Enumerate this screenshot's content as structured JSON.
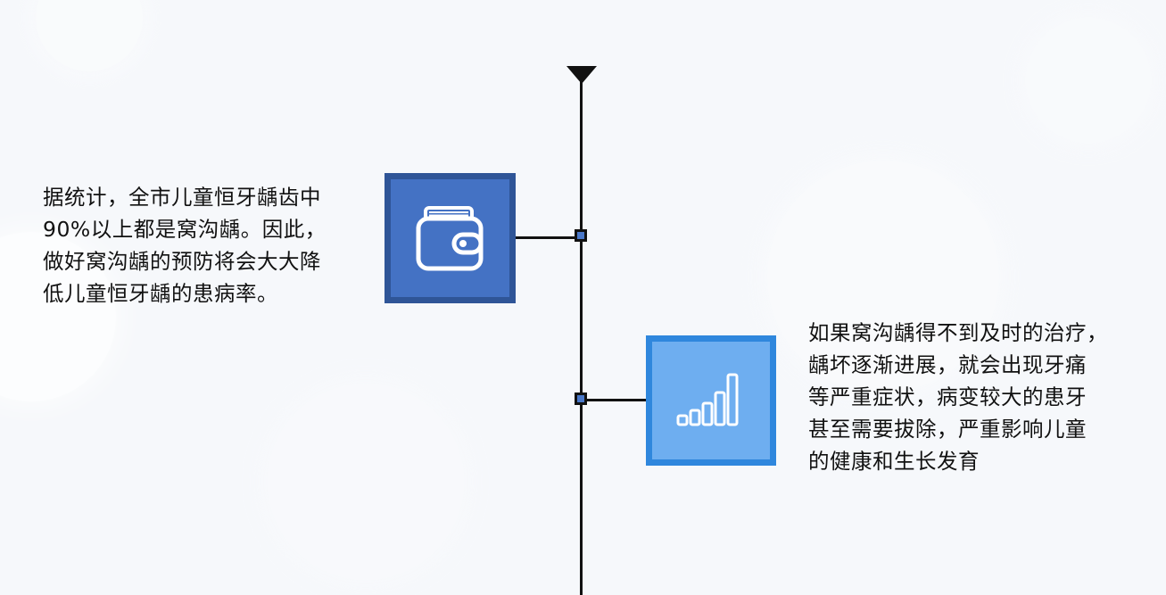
{
  "colors": {
    "background": "#f6f8fb",
    "timeline": "#111111",
    "node_fill": "#4a78c9",
    "box1_fill": "#4472c4",
    "box1_border": "#2f5597",
    "box2_fill": "#6eaef0",
    "box2_border": "#2f87dd"
  },
  "items": [
    {
      "icon": "wallet-icon",
      "lines": [
        "据统计，全市儿童恒牙龋齿中",
        "90%以上都是窝沟龋。因此，",
        "做好窝沟龋的预防将会大大降",
        "低儿童恒牙龋的患病率。"
      ]
    },
    {
      "icon": "signal-bars-icon",
      "lines": [
        "如果窝沟龋得不到及时的治疗，",
        "龋坏逐渐进展，就会出现牙痛",
        "等严重症状，病变较大的患牙",
        "甚至需要拔除，严重影响儿童",
        "的健康和生长发育"
      ]
    }
  ]
}
